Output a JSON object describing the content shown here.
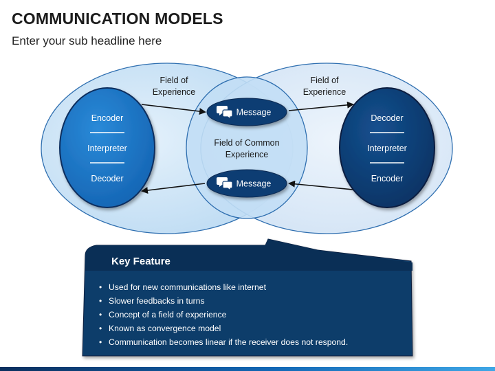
{
  "header": {
    "title": "COMMUNICATION MODELS",
    "subtitle": "Enter your sub headline here"
  },
  "diagram": {
    "left_field_label": [
      "Field of",
      "Experience"
    ],
    "right_field_label": [
      "Field of",
      "Experience"
    ],
    "common_field_label": [
      "Field of Common",
      "Experience"
    ],
    "sender_roles": [
      "Encoder",
      "Interpreter",
      "Decoder"
    ],
    "receiver_roles": [
      "Decoder",
      "Interpreter",
      "Encoder"
    ],
    "message_top": "Message",
    "message_bottom": "Message",
    "icons": [
      "chat-bubbles-icon",
      "arrow-icon"
    ],
    "colors": {
      "left_field": "#c5e0f5",
      "right_field": "#cfe3f7",
      "sender": "#1f78c8",
      "receiver": "#0f3d73",
      "message": "#0f3d73",
      "panel": "#0c3d6b"
    }
  },
  "key_feature": {
    "title": "Key Feature",
    "items": [
      "Used for new communications like internet",
      "Slower feedbacks in turns",
      "Concept of a field of experience",
      "Known as convergence model",
      "Communication becomes linear if the receiver does not respond."
    ]
  }
}
